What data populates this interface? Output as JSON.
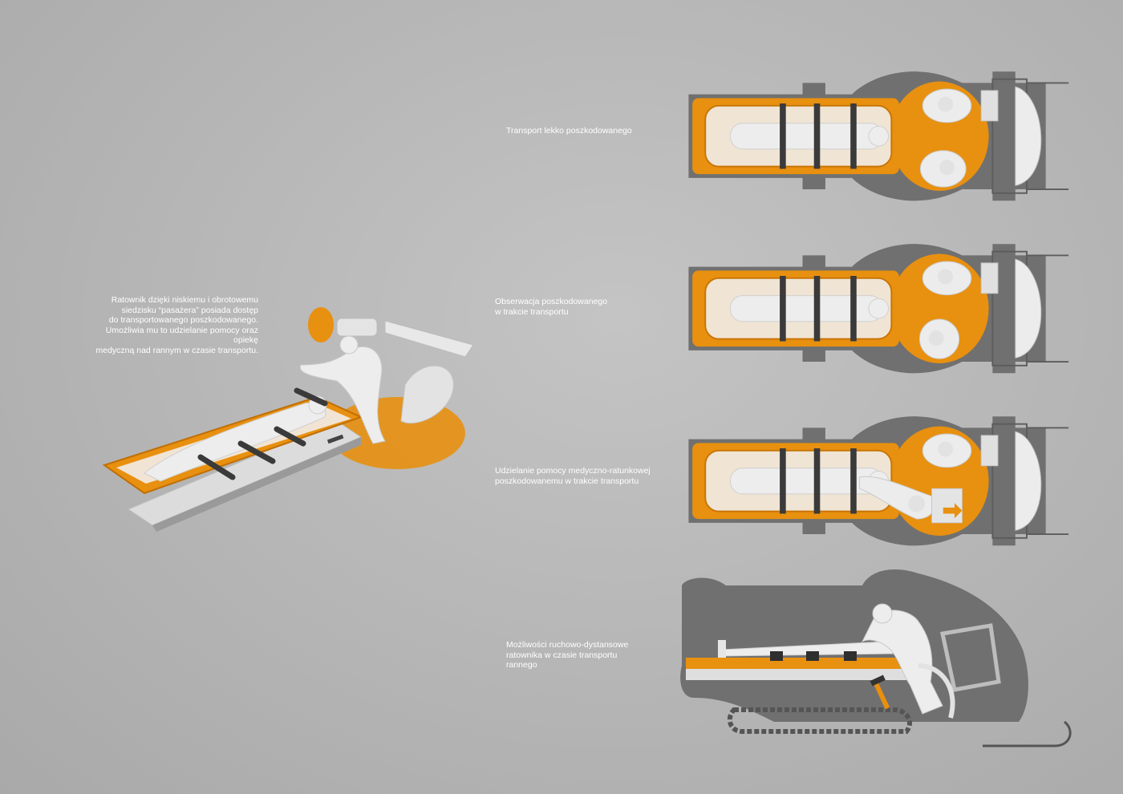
{
  "main_description": "Ratownik dzięki niskiemu i obrotowemu\nsiedzisku “pasażera” posiada dostęp\ndo transportowanego poszkodowanego.\nUmożliwia mu to udzielanie pomocy oraz opiekę\nmedyczną nad rannym w czasie transportu.",
  "views": [
    {
      "caption": "Transport lekko poszkodowanego"
    },
    {
      "caption": "Obserwacja poszkodowanego\nw trakcie transportu"
    },
    {
      "caption": "Udzielanie pomocy medyczno-ratunkowej\nposzkodowanemu w trakcie transportu"
    },
    {
      "caption": "Możliwości ruchowo-dystansowe\nratownika w czasie transportu\nrannego"
    }
  ],
  "colors": {
    "accent_orange": "#e8900f",
    "silhouette_gray": "#707070",
    "figure_white": "#ececec",
    "strap_dark": "#3a3a3a"
  }
}
